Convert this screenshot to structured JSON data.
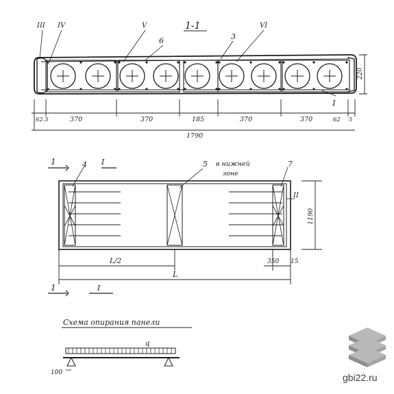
{
  "section": {
    "title": "1-1",
    "roman_labels": [
      "III",
      "IV",
      "V",
      "VI"
    ],
    "callouts": [
      "6",
      "3",
      "1"
    ],
    "height_dim": "220",
    "bottom_dims": [
      "62.5",
      "370",
      "370",
      "185",
      "370",
      "370",
      "62",
      "5"
    ],
    "total_dim": "1790"
  },
  "plan": {
    "section_marks": [
      "1",
      "I",
      "1",
      "I"
    ],
    "callouts": [
      "4",
      "5",
      "7"
    ],
    "zone_note_line1": "в нижней",
    "zone_note_line2": "зоне",
    "roman_mark": "II",
    "width_dim": "1190",
    "half_dim": "L/2",
    "length_dim": "L",
    "end_dim_1": "350",
    "end_dim_2": "15"
  },
  "support": {
    "title": "Схема опирания панели",
    "load_label": "q",
    "support_dim": "100"
  },
  "watermark": {
    "site": "gbi22.ru",
    "logo": "stacked-slabs-icon"
  }
}
